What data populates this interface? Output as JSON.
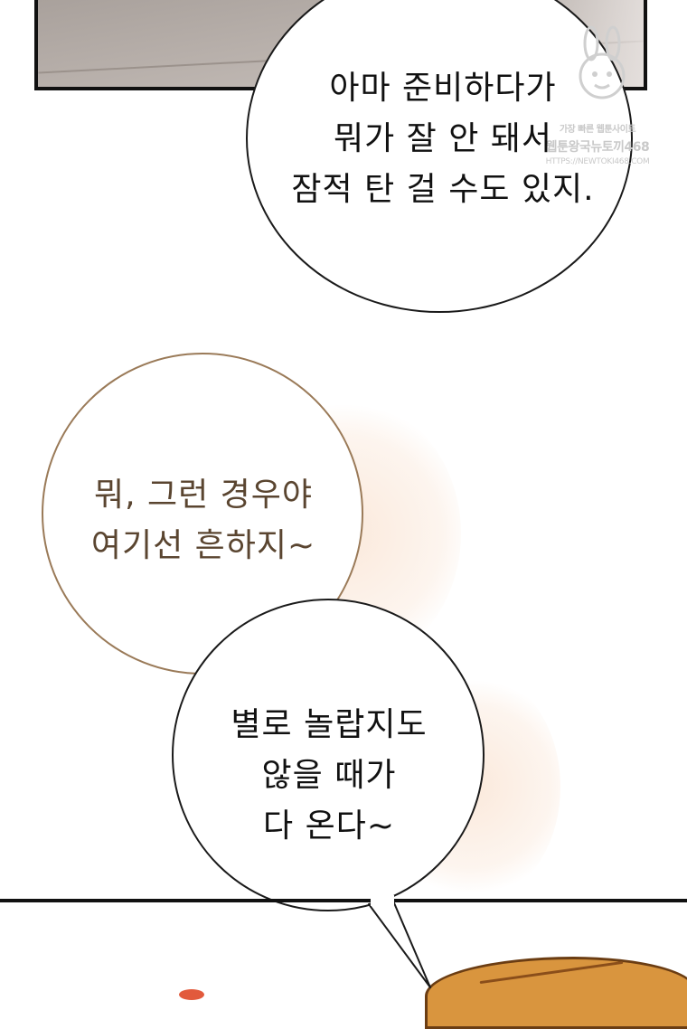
{
  "panel": {
    "border_color": "#111111",
    "background_color": "#b8b0ab"
  },
  "watermark": {
    "icon": "mascot-icon",
    "line1": "가장 빠른 웹툰사이트",
    "line2": "웹툰왕국뉴토끼468",
    "line3": "HTTPS://NEWTOKI468.COM"
  },
  "bubbles": [
    {
      "lines": [
        "아마 준비하다가",
        "뭐가 잘 안 돼서",
        "잠적 탄 걸 수도 있지."
      ],
      "text_color": "#111111"
    },
    {
      "lines": [
        "뭐, 그런 경우야",
        "여기선 흔하지~"
      ],
      "text_color": "#5a4530"
    },
    {
      "lines": [
        "별로 놀랍지도",
        "않을 때가",
        "다 온다~"
      ],
      "text_color": "#111111"
    }
  ],
  "colors": {
    "halo": "#f7d7be",
    "hair": "#d9953e"
  }
}
